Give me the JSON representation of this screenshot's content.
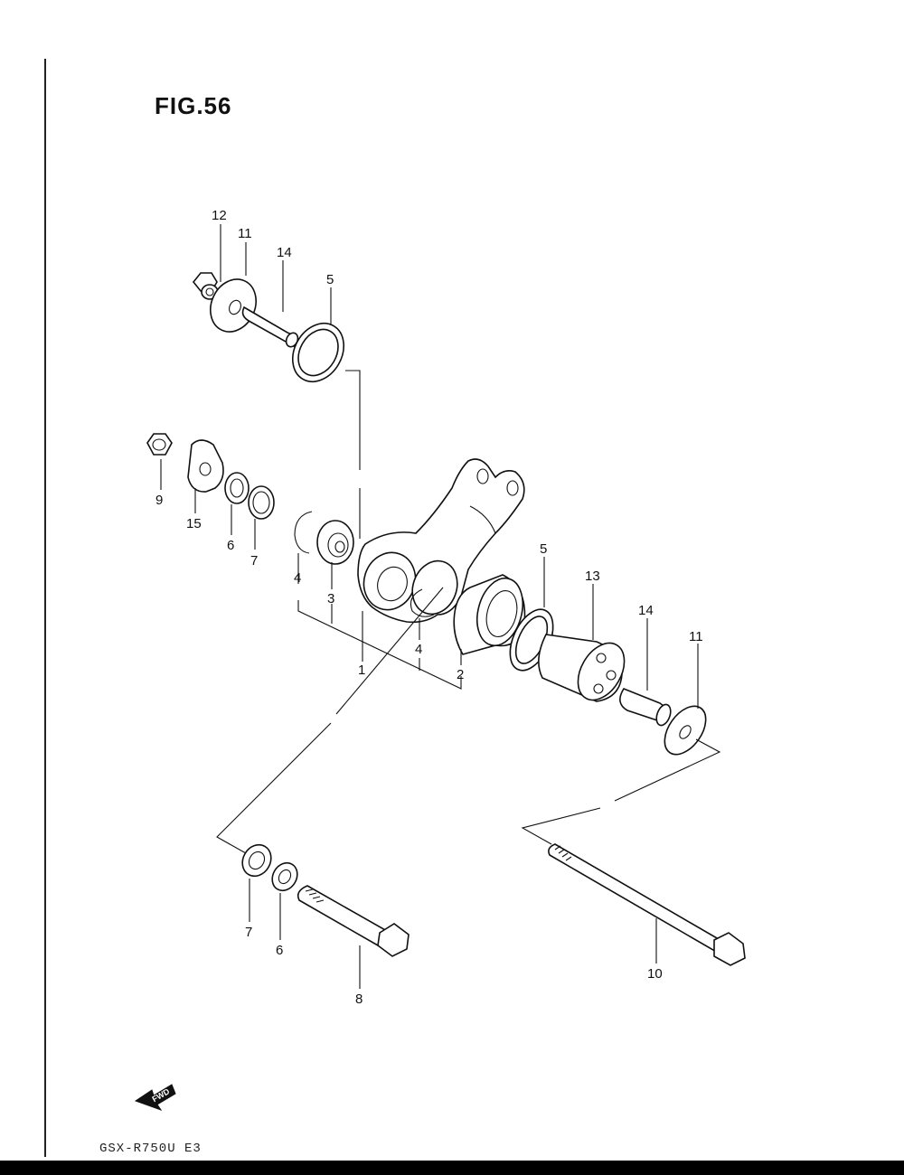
{
  "figure": {
    "title": "FIG.56"
  },
  "footer": {
    "code": "GSX-R750U E3"
  },
  "fwd_stamp": {
    "text": "FWD"
  },
  "callouts": {
    "c12": "12",
    "c11a": "11",
    "c14a": "14",
    "c5a": "5",
    "c9": "9",
    "c15": "15",
    "c6a": "6",
    "c7a": "7",
    "c4a": "4",
    "c3": "3",
    "c1": "1",
    "c4b": "4",
    "c2": "2",
    "c5b": "5",
    "c13": "13",
    "c14b": "14",
    "c11b": "11",
    "c7b": "7",
    "c6b": "6",
    "c8": "8",
    "c10": "10"
  }
}
